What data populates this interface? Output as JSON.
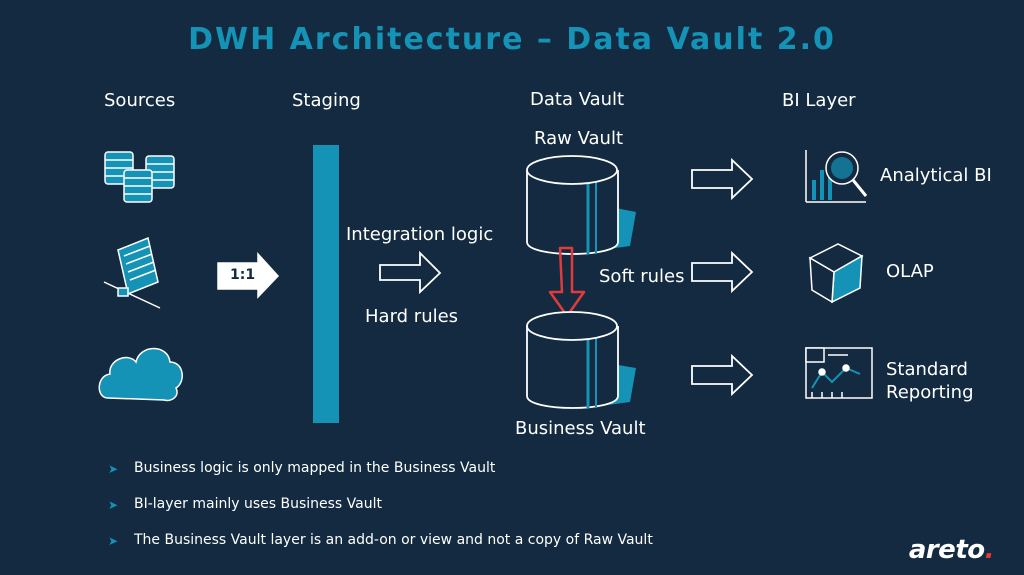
{
  "title": "DWH Architecture – Data Vault 2.0",
  "columns": {
    "sources": "Sources",
    "staging": "Staging",
    "data_vault": "Data Vault",
    "bi_layer": "BI Layer"
  },
  "labels": {
    "one_to_one": "1:1",
    "integration_logic": "Integration logic",
    "hard_rules": "Hard rules",
    "raw_vault": "Raw Vault",
    "soft_rules": "Soft rules",
    "business_vault": "Business Vault"
  },
  "bi_items": [
    {
      "label": "Analytical BI",
      "icon": "analytics-magnifier-icon"
    },
    {
      "label": "OLAP",
      "icon": "cube-icon"
    },
    {
      "label": "Standard\nReporting",
      "icon": "report-chart-icon"
    }
  ],
  "sources_icons": [
    "database-stack-icon",
    "server-icon",
    "cloud-icon"
  ],
  "bullets": [
    "Business logic is only mapped in the Business Vault",
    "BI-layer mainly uses Business Vault",
    "The Business Vault layer is an add-on or view and not a copy of Raw Vault"
  ],
  "logo": {
    "text": "areto",
    "dot": "."
  },
  "colors": {
    "background": "#132a40",
    "accent": "#1593b6",
    "highlight": "#e23b3b",
    "text": "#ffffff"
  }
}
